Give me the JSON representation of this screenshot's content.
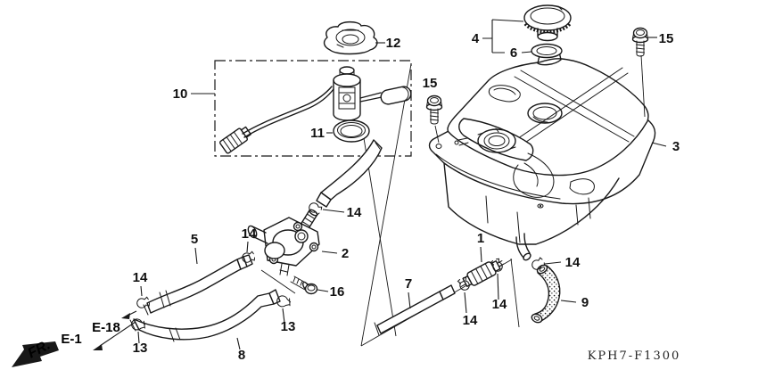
{
  "diagram": {
    "code": "KPH7-F1300",
    "colors": {
      "line": "#181818",
      "background": "#ffffff"
    },
    "labels": {
      "p1": "1",
      "p2": "2",
      "p3": "3",
      "p4": "4",
      "p5": "5",
      "p6": "6",
      "p7": "7",
      "p8": "8",
      "p9": "9",
      "p10": "10",
      "p11": "11",
      "p12": "12",
      "p13": "13",
      "p14": "14",
      "p15": "15",
      "p16": "16",
      "e1": "E-1",
      "e18": "E-18",
      "fr": "FR."
    }
  }
}
